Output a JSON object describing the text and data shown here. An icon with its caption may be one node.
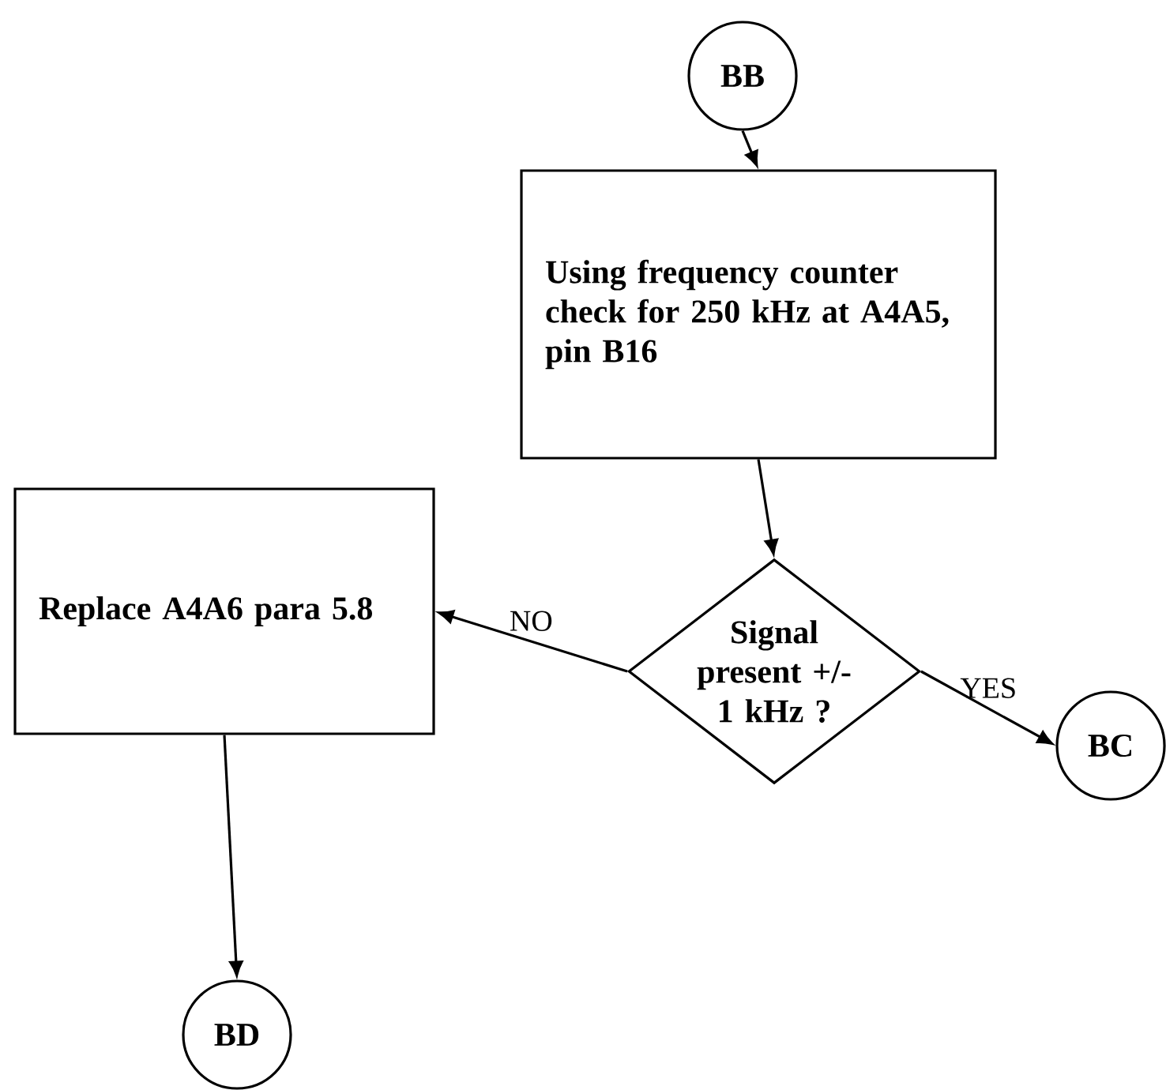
{
  "diagram": {
    "nodes": [
      {
        "text": [
          "BB"
        ]
      },
      {
        "text": [
          "Using frequency counter check for 250 kHz at A4A5, pin B16"
        ]
      },
      {
        "text": [
          "Signal present +/- 1 kHz ?"
        ]
      },
      {
        "text": [
          "Replace A4A6 para 5.8"
        ]
      },
      {
        "text": [
          "BC"
        ]
      },
      {
        "text": [
          "BD"
        ]
      }
    ],
    "edges": [
      {
        "from": 0,
        "to": 1,
        "arrow": "to"
      },
      {
        "from": 1,
        "to": 2,
        "arrow": "to"
      },
      {
        "from": 2,
        "to": 3,
        "arrow": "to",
        "label": "NO"
      },
      {
        "from": 2,
        "to": 4,
        "arrow": "to",
        "label": "YES"
      },
      {
        "from": 3,
        "to": 5,
        "arrow": "to"
      }
    ]
  }
}
